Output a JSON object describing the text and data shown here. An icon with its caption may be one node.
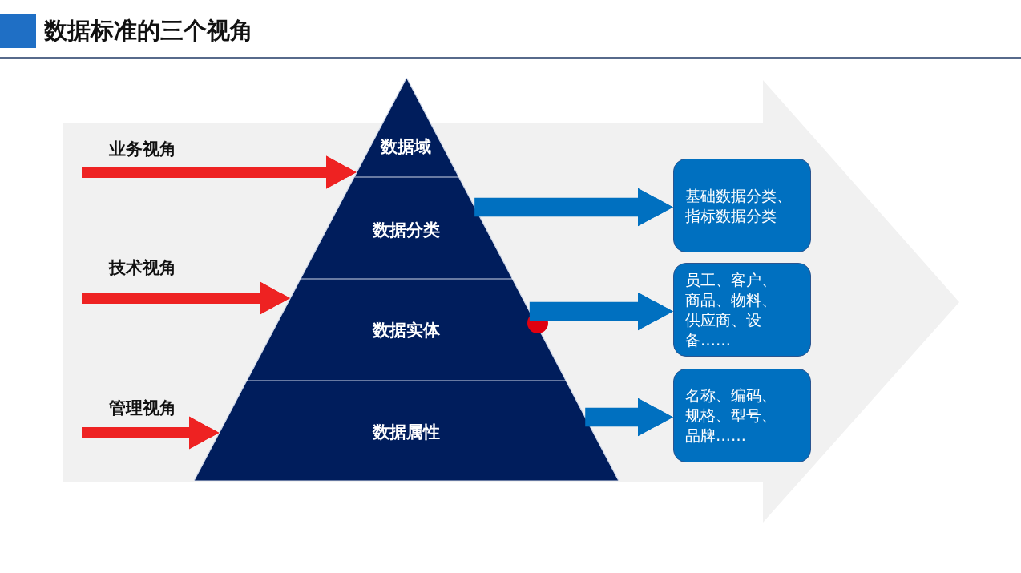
{
  "diagram": {
    "title": "数据标准的三个视角",
    "nodes": [
      {
        "text": [
          "数据域"
        ]
      },
      {
        "text": [
          "数据分类"
        ]
      },
      {
        "text": [
          "数据实体"
        ]
      },
      {
        "text": [
          "数据属性"
        ]
      },
      {
        "text": [
          "基础数据分类、指标数据分类"
        ]
      },
      {
        "text": [
          "员工、客户、商品、物料、供应商、设备……"
        ]
      },
      {
        "text": [
          "名称、编码、规格、型号、品牌……"
        ]
      }
    ],
    "edges": [
      {
        "from": null,
        "to": 0,
        "arrow": "to",
        "color": "#ee2222"
      },
      {
        "from": null,
        "to": 2,
        "arrow": "to",
        "color": "#ee2222"
      },
      {
        "from": null,
        "to": 3,
        "arrow": "to",
        "color": "#ee2222"
      },
      {
        "from": 1,
        "to": 4,
        "arrow": "to",
        "color": "#0070c0"
      },
      {
        "from": 2,
        "to": 5,
        "arrow": "to",
        "color": "#0070c0"
      },
      {
        "from": 3,
        "to": 6,
        "arrow": "to",
        "color": "#0070c0"
      }
    ],
    "labels": [
      "业务视角",
      "技术视角",
      "管理视角"
    ]
  }
}
